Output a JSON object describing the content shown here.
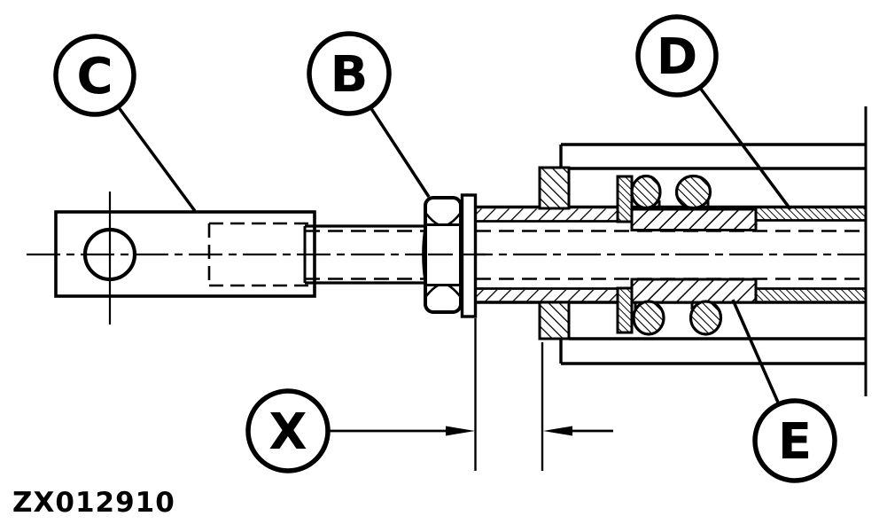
{
  "drawing": {
    "code": "ZX012910",
    "callouts": {
      "c": "C",
      "b": "B",
      "d": "D",
      "e": "E",
      "x": "X"
    },
    "colors": {
      "line": "#000000",
      "background": "#ffffff"
    }
  }
}
